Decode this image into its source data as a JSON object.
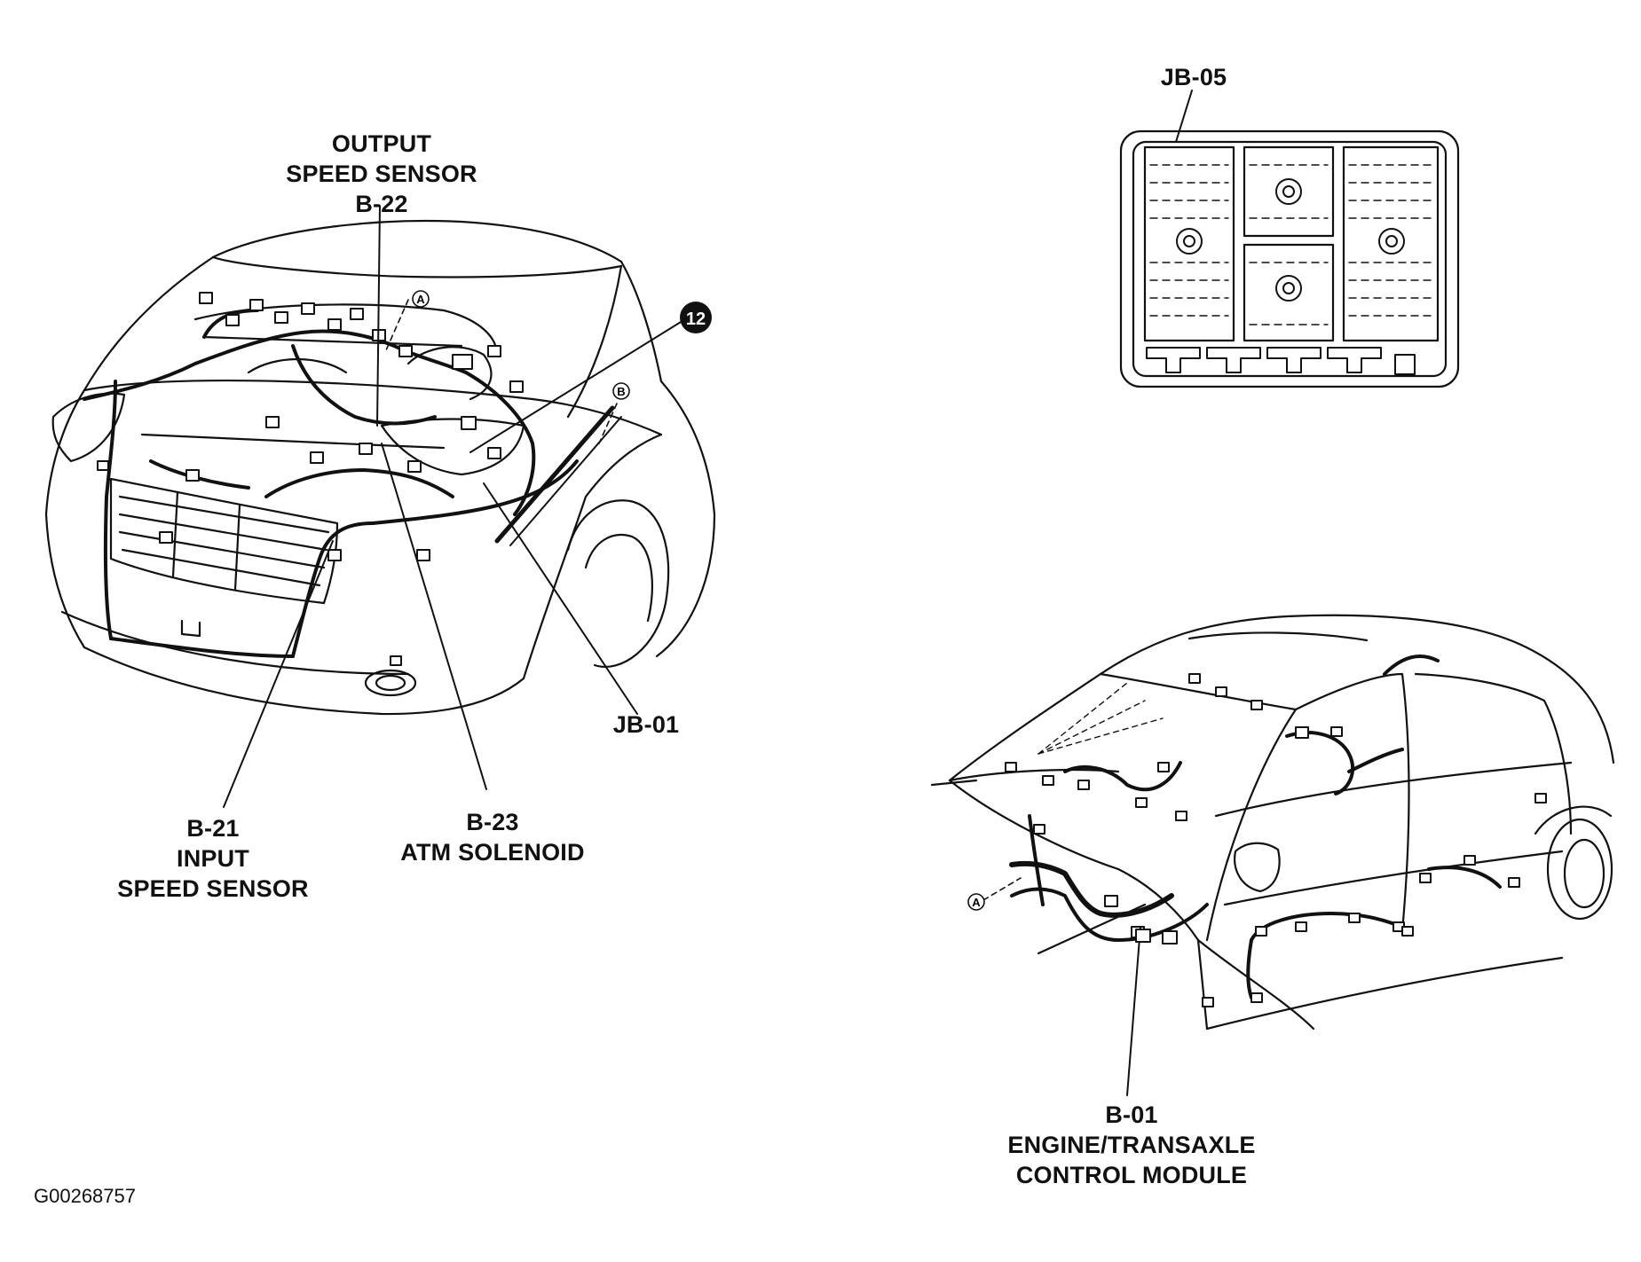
{
  "labels": {
    "output_speed_sensor": {
      "line1": "OUTPUT",
      "line2": "SPEED SENSOR",
      "line3": "B-22"
    },
    "input_speed_sensor": {
      "line1": "B-21",
      "line2": "INPUT",
      "line3": "SPEED SENSOR"
    },
    "atm_solenoid": {
      "line1": "B-23",
      "line2": "ATM SOLENOID"
    },
    "jb01": "JB-01",
    "jb05": "JB-05",
    "ecm": {
      "line1": "B-01",
      "line2": "ENGINE/TRANSAXLE",
      "line3": "CONTROL MODULE"
    }
  },
  "markers": {
    "callout_12": "12",
    "ref_a_top": "A",
    "ref_b_top": "B",
    "ref_a_bottom": "A"
  },
  "figure_code": "G00268757"
}
